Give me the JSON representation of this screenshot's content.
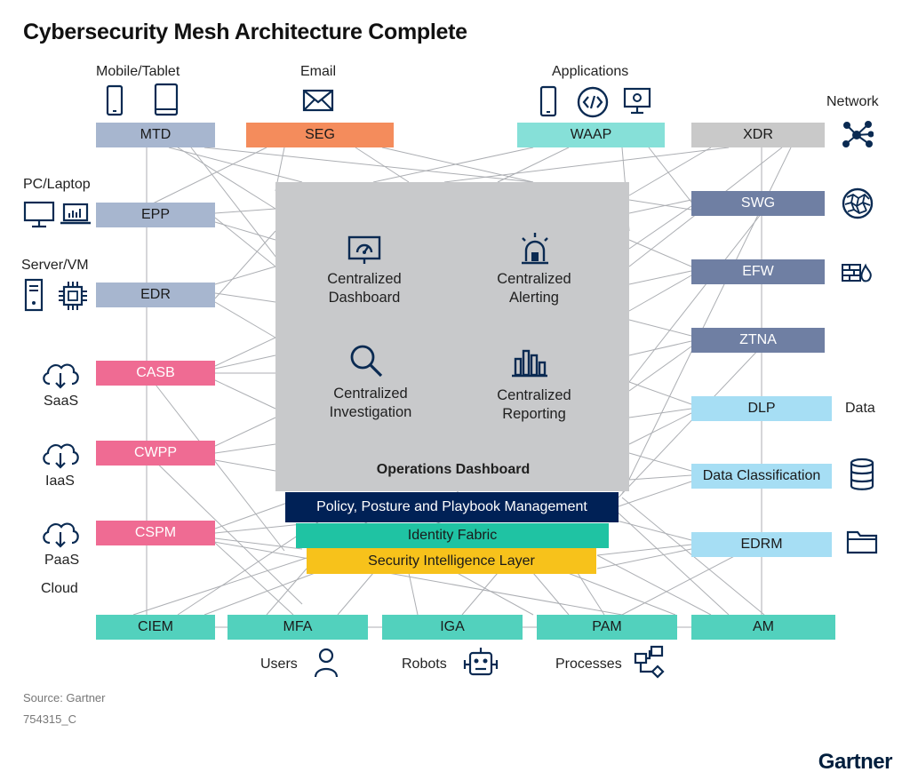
{
  "title": "Cybersecurity Mesh Architecture Complete",
  "categories": {
    "mobile": "Mobile/Tablet",
    "email": "Email",
    "applications": "Applications",
    "network": "Network",
    "pc": "PC/Laptop",
    "server": "Server/VM",
    "saas": "SaaS",
    "iaas": "IaaS",
    "paas": "PaaS",
    "cloud": "Cloud",
    "data": "Data",
    "users": "Users",
    "robots": "Robots",
    "processes": "Processes"
  },
  "boxes": {
    "mtd": "MTD",
    "seg": "SEG",
    "waap": "WAAP",
    "xdr": "XDR",
    "epp": "EPP",
    "edr": "EDR",
    "casb": "CASB",
    "cwpp": "CWPP",
    "cspm": "CSPM",
    "swg": "SWG",
    "efw": "EFW",
    "ztna": "ZTNA",
    "dlp": "DLP",
    "data_classification": "Data Classification",
    "edrm": "EDRM",
    "ciem": "CIEM",
    "mfa": "MFA",
    "iga": "IGA",
    "pam": "PAM",
    "am": "AM"
  },
  "dashboard": {
    "features": [
      {
        "line1": "Centralized",
        "line2": "Dashboard"
      },
      {
        "line1": "Centralized",
        "line2": "Alerting"
      },
      {
        "line1": "Centralized",
        "line2": "Investigation"
      },
      {
        "line1": "Centralized",
        "line2": "Reporting"
      }
    ],
    "label": "Operations Dashboard"
  },
  "layers": {
    "policy": "Policy, Posture and Playbook Management",
    "identity": "Identity Fabric",
    "intelligence": "Security Intelligence Layer"
  },
  "colors": {
    "endpoint_blue": "#a7b6cf",
    "email_orange": "#f48c5c",
    "app_teal": "#86e0d8",
    "network_gray": "#c9c9c9",
    "network_slate": "#6f7fa3",
    "cloud_pink": "#ef6b93",
    "data_lightblue": "#a6def4",
    "identity_teal": "#52d1bd",
    "ops_gray": "#c8c9cb",
    "policy_navy": "#002156",
    "fabric_teal": "#1fc3a3",
    "intel_yellow": "#f7c21b",
    "icon_navy": "#0a2a52"
  },
  "footer": {
    "source": "Source: Gartner",
    "id": "754315_C",
    "brand": "Gartner"
  }
}
